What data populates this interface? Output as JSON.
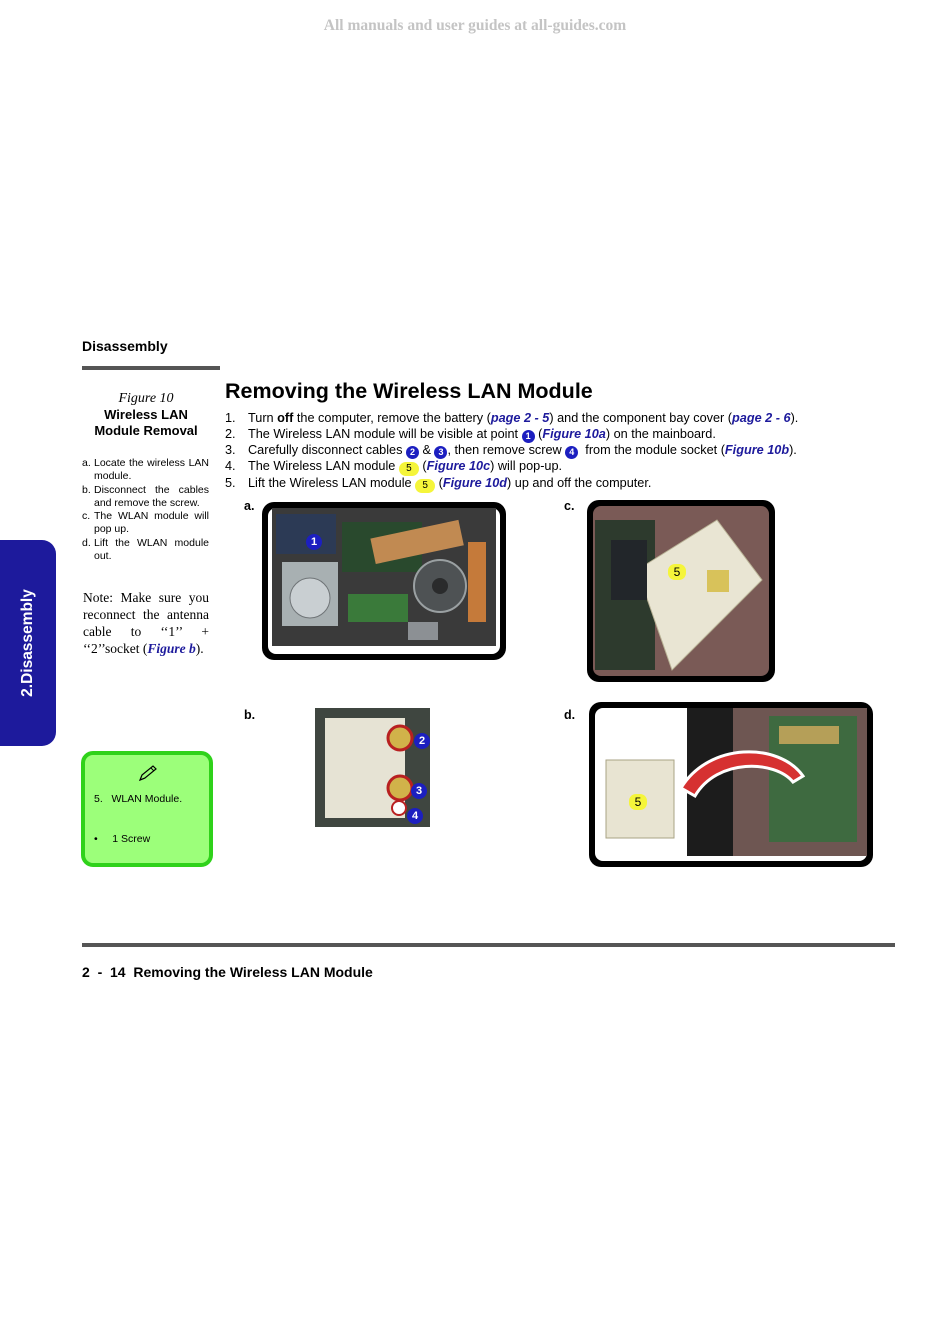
{
  "watermark": "All manuals and user guides at all-guides.com",
  "header": {
    "section": "Disassembly"
  },
  "side_tab": {
    "label": "2.Disassembly"
  },
  "sidebar": {
    "figure_number": "Figure 10",
    "figure_title_line1": "Wireless LAN",
    "figure_title_line2": "Module Removal",
    "steps": [
      {
        "marker": "a.",
        "text": "Locate the wireless LAN module."
      },
      {
        "marker": "b.",
        "text": "Disconnect the cables and remove the screw."
      },
      {
        "marker": "c.",
        "text": "The WLAN module will pop up."
      },
      {
        "marker": "d.",
        "text": "Lift the WLAN module out."
      }
    ],
    "note": {
      "text": "Note: Make sure you reconnect the antenna cable to ‘‘1’’ + ‘‘2’’socket (",
      "link": "Figure b",
      "end": ")."
    },
    "parts": {
      "icon": "pencil-icon",
      "line1": "5.   WLAN Module.",
      "line2": "•     1 Screw"
    }
  },
  "main": {
    "title": "Removing the Wireless LAN Module",
    "steps": [
      {
        "num": "1.",
        "a": "Turn ",
        "b": "off",
        "c": " the computer, remove the battery (",
        "link1": "page 2 - 5",
        "d": ") and the component bay cover (",
        "link2": "page 2 - 6",
        "e": ")."
      },
      {
        "num": "2.",
        "a": "The Wireless LAN module will be visible at point ",
        "badge1": "1",
        "b": " (",
        "link1": "Figure 10a",
        "c": ") on the mainboard."
      },
      {
        "num": "3.",
        "a": "Carefully disconnect cables ",
        "badge2": "2",
        "b": " & ",
        "badge3": "3",
        "c": ", then remove screw ",
        "badge4": "4",
        "d": "  from the module socket (",
        "link1": "Figure 10b",
        "e": ")."
      },
      {
        "num": "4.",
        "a": "The Wireless LAN module ",
        "badge5": "5",
        "b": " (",
        "link1": "Figure 10c",
        "c": ") will pop-up."
      },
      {
        "num": "5.",
        "a": "Lift the Wireless LAN module ",
        "badge5": "5",
        "b": " (",
        "link1": "Figure 10d",
        "c": ") up and off the computer."
      }
    ],
    "figures": {
      "a_label": "a.",
      "b_label": "b.",
      "c_label": "c.",
      "d_label": "d.",
      "callout_1": "1",
      "callout_2": "2",
      "callout_3": "3",
      "callout_4": "4",
      "callout_5": "5"
    }
  },
  "footer": {
    "text": "2  -  14  Removing the Wireless LAN Module"
  },
  "colors": {
    "accent_blue": "#1d1a9c",
    "callout_blue": "#1c1fc0",
    "callout_yellow": "#f5f53a",
    "parts_green": "#9cff7a",
    "parts_border": "#2fd21a"
  }
}
